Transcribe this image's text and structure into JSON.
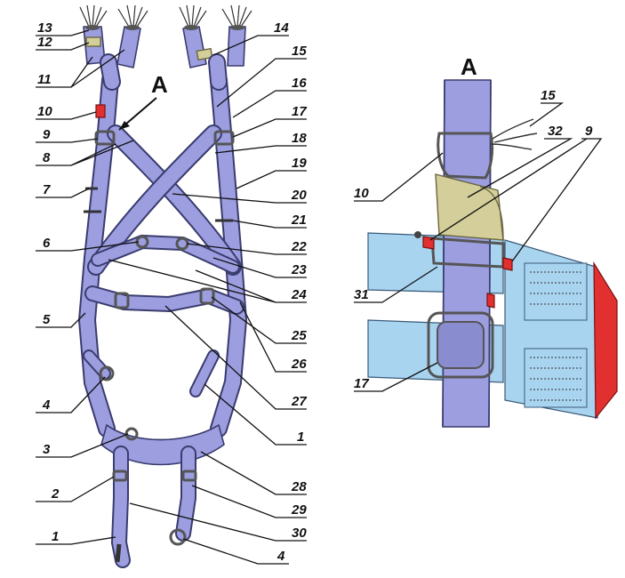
{
  "main_view": {
    "labels": [
      "13",
      "12",
      "11",
      "10",
      "9",
      "8",
      "7",
      "6",
      "5",
      "4",
      "3",
      "2",
      "1",
      "14",
      "15",
      "16",
      "17",
      "18",
      "19",
      "20",
      "21",
      "22",
      "23",
      "24",
      "25",
      "26",
      "27",
      "1",
      "28",
      "29",
      "30",
      "4"
    ]
  },
  "detail_view": {
    "view_letter": "A",
    "labels": [
      "15",
      "32",
      "9",
      "10",
      "31",
      "17"
    ]
  },
  "main_view_letter": "A",
  "colors": {
    "strap": "#9c9ee0",
    "strap_outline": "#3a3c6e",
    "metal": "#555555",
    "pad": "#d4cf9a",
    "fabric": "#a8d4f0",
    "marker": "#e23030"
  }
}
